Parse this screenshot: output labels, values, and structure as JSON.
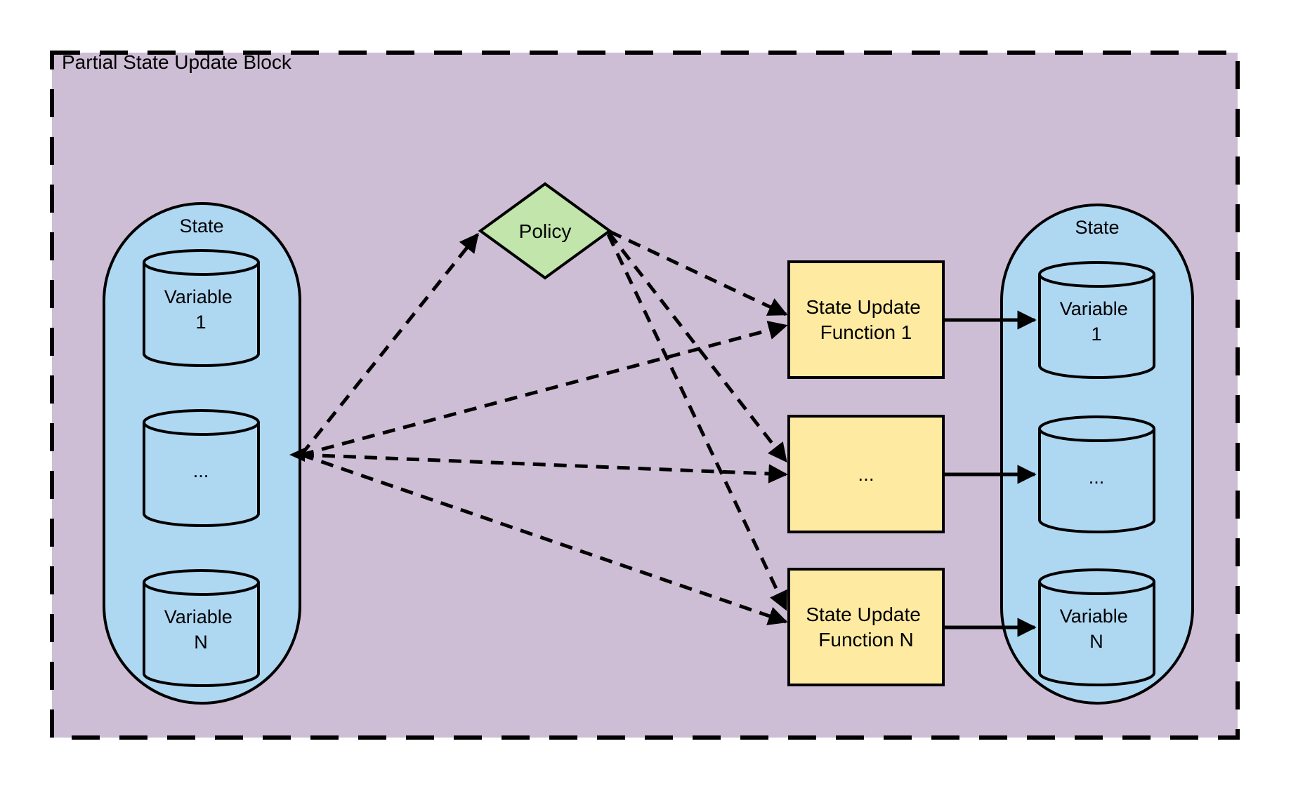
{
  "title": "Partial State Update Block",
  "colors": {
    "background": "#FFFFFF",
    "block_fill": "#CEBED5",
    "state_fill": "#AED7F2",
    "policy_fill": "#C1E5AB",
    "function_fill": "#FEEBA1",
    "stroke": "#000000"
  },
  "left_state": {
    "label": "State",
    "variables": [
      {
        "line1": "Variable",
        "line2": "1"
      },
      {
        "line1": "...",
        "line2": ""
      },
      {
        "line1": "Variable",
        "line2": "N"
      }
    ]
  },
  "policy": {
    "label": "Policy"
  },
  "state_update_functions": [
    {
      "line1": "State Update",
      "line2": "Function 1"
    },
    {
      "line1": "...",
      "line2": ""
    },
    {
      "line1": "State Update",
      "line2": "Function N"
    }
  ],
  "right_state": {
    "label": "State",
    "variables": [
      {
        "line1": "Variable",
        "line2": "1"
      },
      {
        "line1": "...",
        "line2": ""
      },
      {
        "line1": "Variable",
        "line2": "N"
      }
    ]
  }
}
